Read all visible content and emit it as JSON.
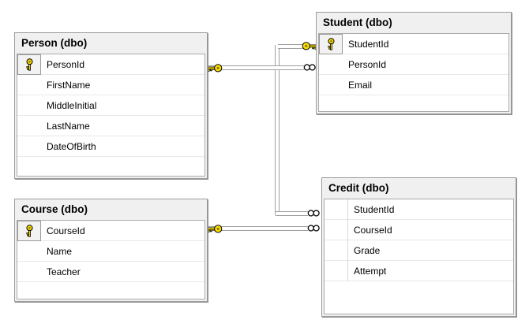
{
  "app": {
    "type": "database-diagram",
    "tool": "table-designer"
  },
  "colors": {
    "canvas_bg": "#ffffff",
    "table_border": "#9b9b9b",
    "header_bg": "#f0f0f0",
    "body_bg": "#ffffff",
    "row_divider": "#e8e8e8",
    "connector_line": "#9f9f9f",
    "key_yellow": "#ffe000",
    "text": "#000000"
  },
  "tables": [
    {
      "id": "person",
      "title": "Person (dbo)",
      "columns": [
        {
          "name": "PersonId",
          "primary_key": true
        },
        {
          "name": "FirstName",
          "primary_key": false
        },
        {
          "name": "MiddleInitial",
          "primary_key": false
        },
        {
          "name": "LastName",
          "primary_key": false
        },
        {
          "name": "DateOfBirth",
          "primary_key": false
        }
      ]
    },
    {
      "id": "student",
      "title": "Student (dbo)",
      "columns": [
        {
          "name": "StudentId",
          "primary_key": true
        },
        {
          "name": "PersonId",
          "primary_key": false
        },
        {
          "name": "Email",
          "primary_key": false
        }
      ]
    },
    {
      "id": "course",
      "title": "Course (dbo)",
      "columns": [
        {
          "name": "CourseId",
          "primary_key": true
        },
        {
          "name": "Name",
          "primary_key": false
        },
        {
          "name": "Teacher",
          "primary_key": false
        }
      ]
    },
    {
      "id": "credit",
      "title": "Credit (dbo)",
      "columns": [
        {
          "name": "StudentId",
          "primary_key": false
        },
        {
          "name": "CourseId",
          "primary_key": false
        },
        {
          "name": "Grade",
          "primary_key": false
        },
        {
          "name": "Attempt",
          "primary_key": false
        }
      ]
    }
  ],
  "relationships": [
    {
      "id": "person-student",
      "one_side": "Person",
      "many_side": "Student",
      "one_end_icon": "key-icon",
      "many_end_icon": "infinity-icon"
    },
    {
      "id": "student-credit",
      "one_side": "Student",
      "many_side": "Credit",
      "one_end_icon": "key-icon",
      "many_end_icon": "infinity-icon"
    },
    {
      "id": "course-credit",
      "one_side": "Course",
      "many_side": "Credit",
      "one_end_icon": "key-icon",
      "many_end_icon": "infinity-icon"
    }
  ]
}
